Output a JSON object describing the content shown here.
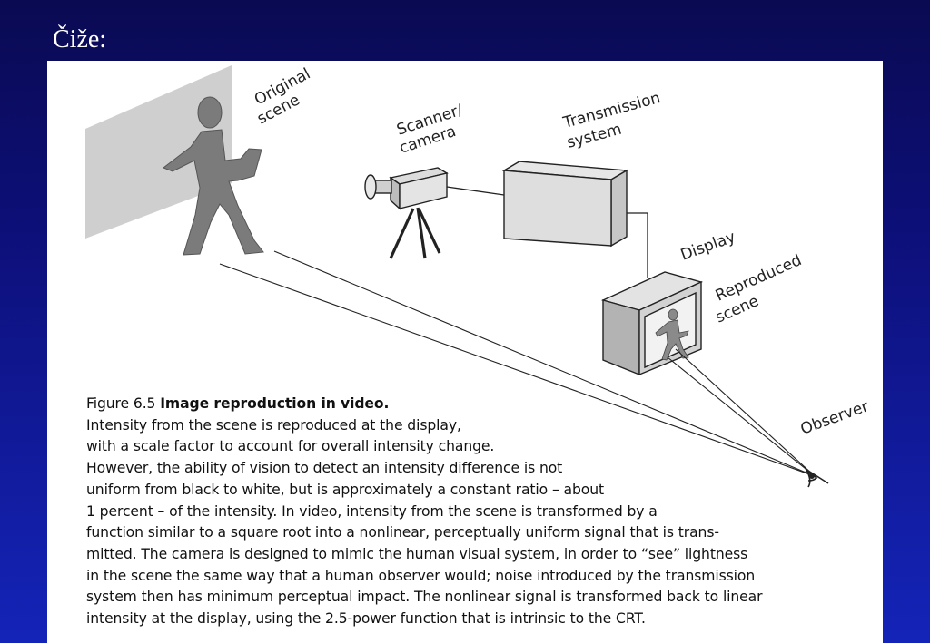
{
  "slide": {
    "title": "Čiže:"
  },
  "figure": {
    "labels": {
      "original": "Original",
      "scene": "scene",
      "scanner": "Scanner/",
      "camera": "camera",
      "transmission": "Transmission",
      "system": "system",
      "display": "Display",
      "reproduced": "Reproduced",
      "reproduced_scene": "scene",
      "observer": "Observer"
    },
    "caption": {
      "number": "Figure 6.5 ",
      "title": "Image reproduction in video.",
      "lines": [
        "Intensity from the scene is reproduced at the display,",
        "with a scale factor to account for overall intensity change.",
        "However, the ability of vision to detect an intensity difference is not",
        "uniform from black to white, but is approximately a constant ratio – about",
        "1 percent – of the intensity. In video, intensity from the scene is transformed by a",
        "function similar to a square root into a nonlinear, perceptually uniform signal that is trans-",
        "mitted. The camera is designed to mimic the human visual system, in order to “see” lightness",
        "in the scene the same way that a human observer would; noise introduced by the transmission",
        "system then has minimum perceptual impact. The nonlinear signal is transformed back to linear",
        "intensity at the display, using the 2.5-power function that is intrinsic to the CRT."
      ]
    }
  }
}
